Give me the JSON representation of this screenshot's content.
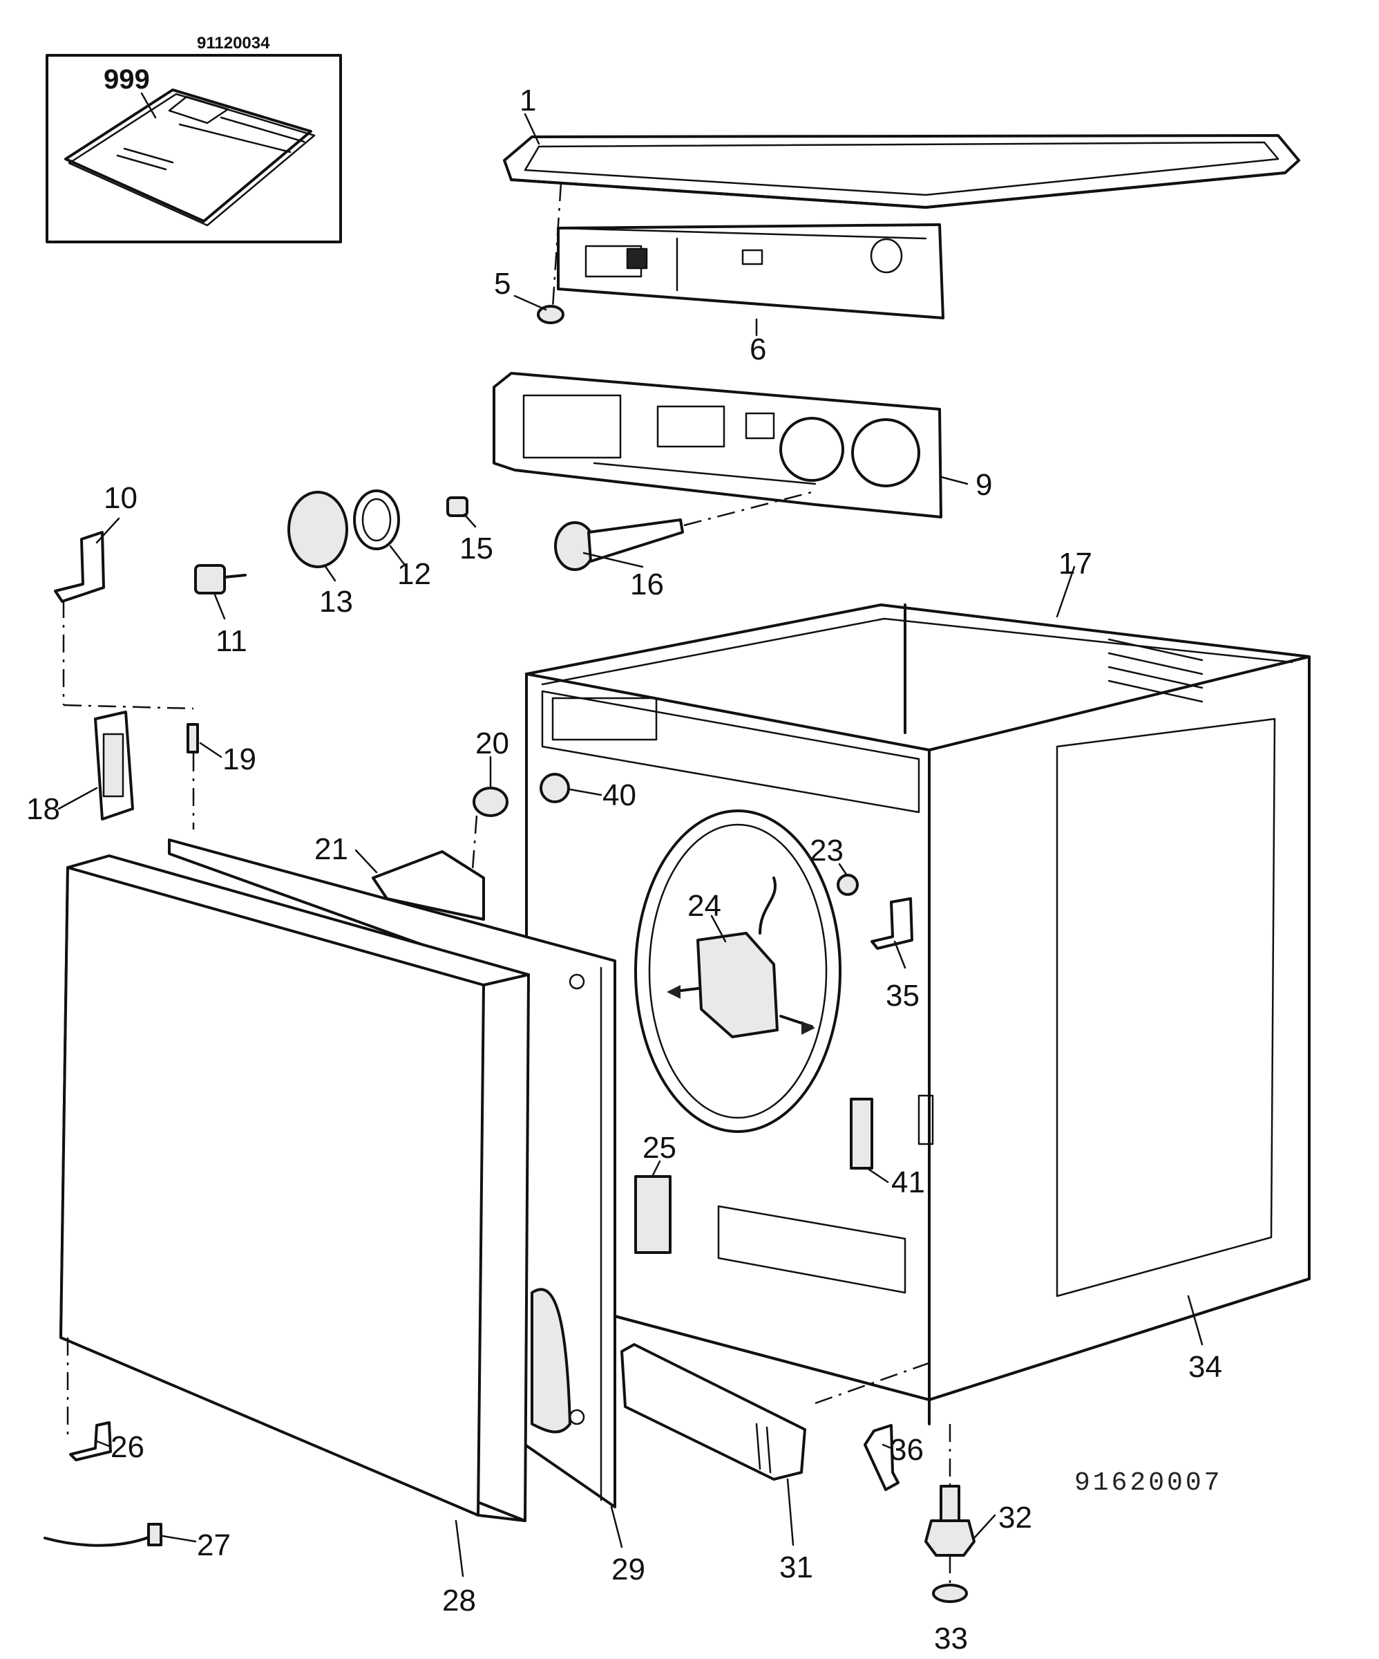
{
  "inset": {
    "code": "91120034",
    "number": "999"
  },
  "drawing_code": "91620007",
  "labels": [
    "1",
    "5",
    "6",
    "9",
    "10",
    "11",
    "12",
    "13",
    "15",
    "16",
    "17",
    "18",
    "19",
    "20",
    "21",
    "23",
    "24",
    "25",
    "26",
    "27",
    "28",
    "29",
    "31",
    "32",
    "33",
    "34",
    "35",
    "36",
    "40",
    "41"
  ]
}
